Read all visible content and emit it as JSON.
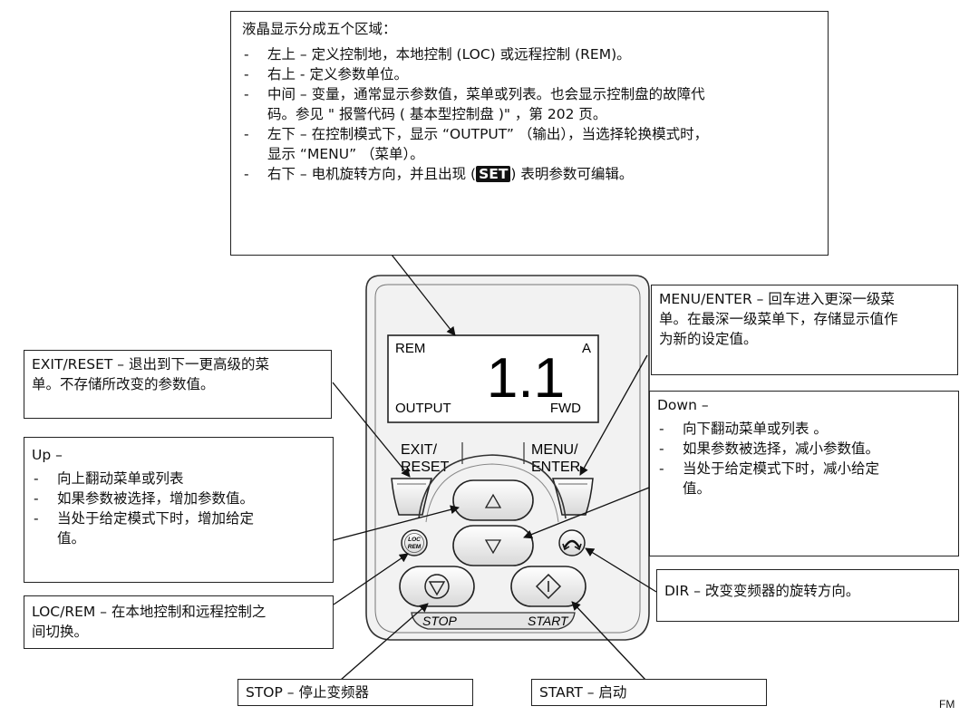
{
  "lcd_box": {
    "title": "液晶显示分成五个区域：",
    "items": [
      {
        "lines": [
          "左上 – 定义控制地，本地控制 (LOC) 或远程控制 (REM)。"
        ]
      },
      {
        "lines": [
          "右上 - 定义参数单位。"
        ]
      },
      {
        "lines": [
          "中间 – 变量，通常显示参数值，菜单或列表。也会显示控制盘的故障代",
          "码。参见 \" 报警代码 ( 基本型控制盘 )\" ，第 202 页。"
        ]
      },
      {
        "lines": [
          "左下 – 在控制模式下，显示 “OUTPUT” （输出），当选择轮换模式时，",
          "显示 “MENU” （菜单）。"
        ]
      },
      {
        "pre": "右下 – 电机旋转方向，并且出现 (",
        "badge": "SET",
        "post": ") 表明参数可编辑。"
      }
    ]
  },
  "menu_enter_box": {
    "lines": [
      "MENU/ENTER – 回车进入更深一级菜",
      "单。在最深一级菜单下，存储显示值作",
      "为新的设定值。"
    ]
  },
  "exit_reset_box": {
    "lines": [
      "EXIT/RESET – 退出到下一更高级的菜",
      "单。不存储所改变的参数值。"
    ]
  },
  "down_box": {
    "title": "Down –",
    "items": [
      {
        "lines": [
          "向下翻动菜单或列表 。"
        ]
      },
      {
        "lines": [
          "如果参数被选择，减小参数值。"
        ]
      },
      {
        "lines": [
          "当处于给定模式下时，减小给定",
          "值。"
        ]
      }
    ]
  },
  "up_box": {
    "title": "Up –",
    "items": [
      {
        "lines": [
          "向上翻动菜单或列表"
        ]
      },
      {
        "lines": [
          "如果参数被选择，增加参数值。"
        ]
      },
      {
        "lines": [
          "当处于给定模式下时，增加给定",
          "值。"
        ]
      }
    ]
  },
  "dir_box": {
    "text": "DIR – 改变变频器的旋转方向。"
  },
  "locrem_box": {
    "lines": [
      "LOC/REM – 在本地控制和远程控制之",
      "间切换。"
    ]
  },
  "stop_box": {
    "text": "STOP – 停止变频器"
  },
  "start_box": {
    "text": "START – 启动"
  },
  "panel": {
    "display": {
      "top_left": "REM",
      "top_right": "A",
      "value": "1.1",
      "bottom_left": "OUTPUT",
      "bottom_right": "FWD"
    },
    "exit_label_1": "EXIT/",
    "exit_label_2": "RESET",
    "menu_label_1": "MENU/",
    "menu_label_2": "ENTER",
    "locrem_line_1": "LOC",
    "locrem_line_2": "REM",
    "stop_label": "STOP",
    "start_label": "START"
  },
  "footer_code": "FM"
}
